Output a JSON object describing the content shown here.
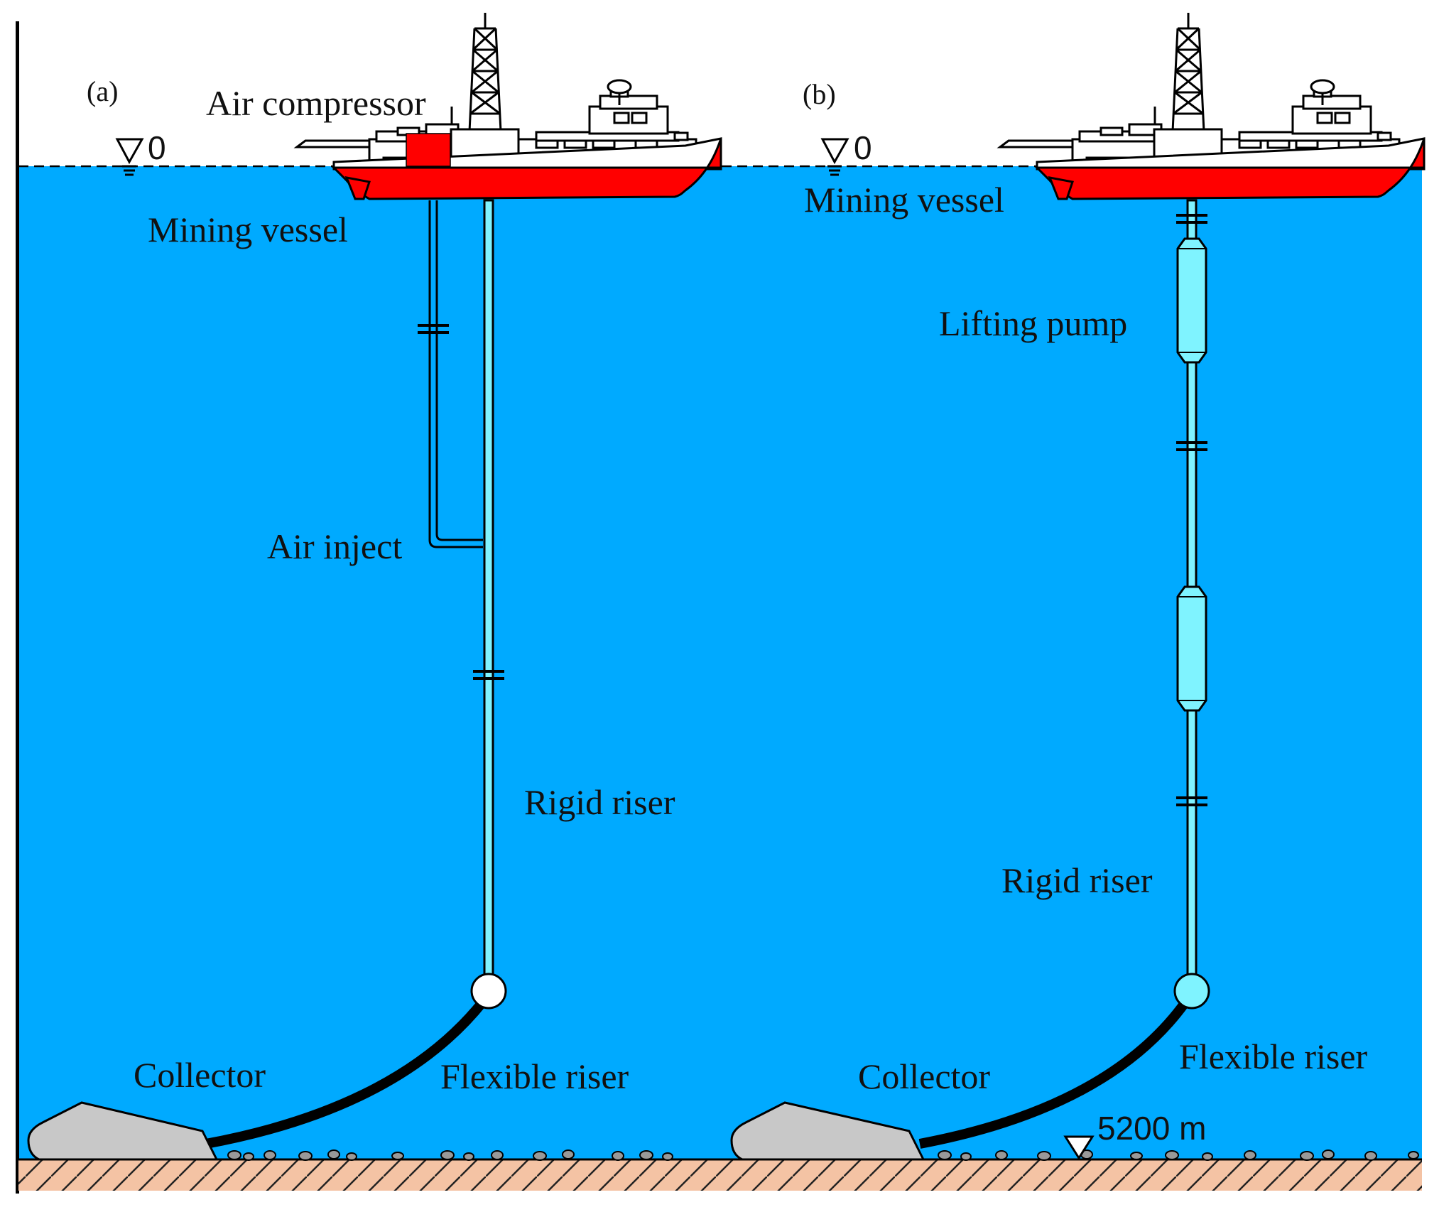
{
  "colors": {
    "sea": "#00aaff",
    "hull": "#ff0000",
    "seabed": "#f4c3a4",
    "pump": "#7ff3ff",
    "collector": "#c8c8c8",
    "line": "#000000"
  },
  "panel_a": {
    "tag": "(a)",
    "surface_level": "0",
    "air_compressor": "Air compressor",
    "mining_vessel": "Mining vessel",
    "air_inject": "Air inject",
    "rigid_riser": "Rigid riser",
    "collector": "Collector",
    "flexible_riser": "Flexible riser"
  },
  "panel_b": {
    "tag": "(b)",
    "surface_level": "0",
    "mining_vessel": "Mining vessel",
    "lifting_pump": "Lifting pump",
    "rigid_riser": "Rigid riser",
    "collector": "Collector",
    "flexible_riser": "Flexible riser",
    "seabed_depth": "5200 m"
  }
}
